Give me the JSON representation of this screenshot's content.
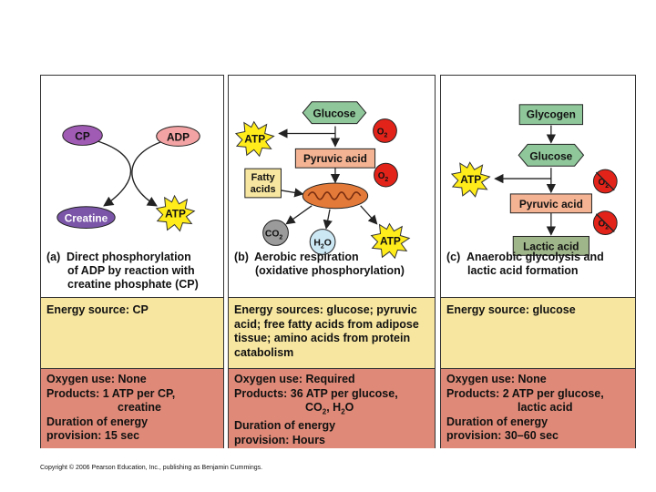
{
  "panel_a": {
    "cp": "CP",
    "adp": "ADP",
    "creatine": "Creatine",
    "atp": "ATP",
    "caption_letter": "(a)",
    "caption_line1": "Direct phosphorylation",
    "caption_line2": "of ADP by reaction with",
    "caption_line3": "creatine phosphate (CP)",
    "energy": "Energy source: CP",
    "oxygen_use": "Oxygen use: None",
    "products_1": "Products: 1 ATP per CP,",
    "products_2": "creatine",
    "duration_1": "Duration of energy",
    "duration_2": "provision: 15 sec"
  },
  "panel_b": {
    "glucose": "Glucose",
    "atp": "ATP",
    "o2": "O",
    "o2_sub": "2",
    "pyruvic": "Pyruvic acid",
    "fatty_1": "Fatty",
    "fatty_2": "acids",
    "co2": "CO",
    "co2_sub": "2",
    "h2o_h": "H",
    "h2o_sub": "2",
    "h2o_o": "O",
    "caption_letter": "(b)",
    "caption_line1": "Aerobic respiration",
    "caption_line2": "(oxidative phosphorylation)",
    "energy_1": "Energy sources: glucose; pyruvic",
    "energy_2": "acid; free fatty acids from adipose",
    "energy_3": "tissue; amino acids from protein",
    "energy_4": "catabolism",
    "oxygen_use": "Oxygen use: Required",
    "products_1": "Products: 36 ATP per glucose,",
    "products_2a": "CO",
    "products_2b": "2",
    "products_2c": ", H",
    "products_2d": "2",
    "products_2e": "O",
    "duration_1": "Duration of energy",
    "duration_2": "provision: Hours"
  },
  "panel_c": {
    "glycogen": "Glycogen",
    "glucose": "Glucose",
    "atp": "ATP",
    "pyruvic": "Pyruvic acid",
    "lactic": "Lactic acid",
    "o2": "O",
    "o2_sub": "2",
    "caption_letter": "(c)",
    "caption_line1": "Anaerobic glycolysis and",
    "caption_line2": "lactic acid formation",
    "energy": "Energy source: glucose",
    "oxygen_use": "Oxygen use: None",
    "products_1": "Products: 2 ATP per glucose,",
    "products_2": "lactic acid",
    "duration_1": "Duration of energy",
    "duration_2": "provision: 30–60 sec"
  },
  "copyright": "Copyright © 2006 Pearson Education, Inc., publishing as Benjamin Cummings.",
  "colors": {
    "energy_band": "#f7e6a0",
    "oxygen_band": "#df8a78",
    "green_box": "#8fc79a",
    "salmon_box": "#f4b393",
    "olive_box": "#9fb58a",
    "atp_burst": "#ffec1a",
    "o2_circle": "#e2231a",
    "purple": "#a05bb5"
  }
}
